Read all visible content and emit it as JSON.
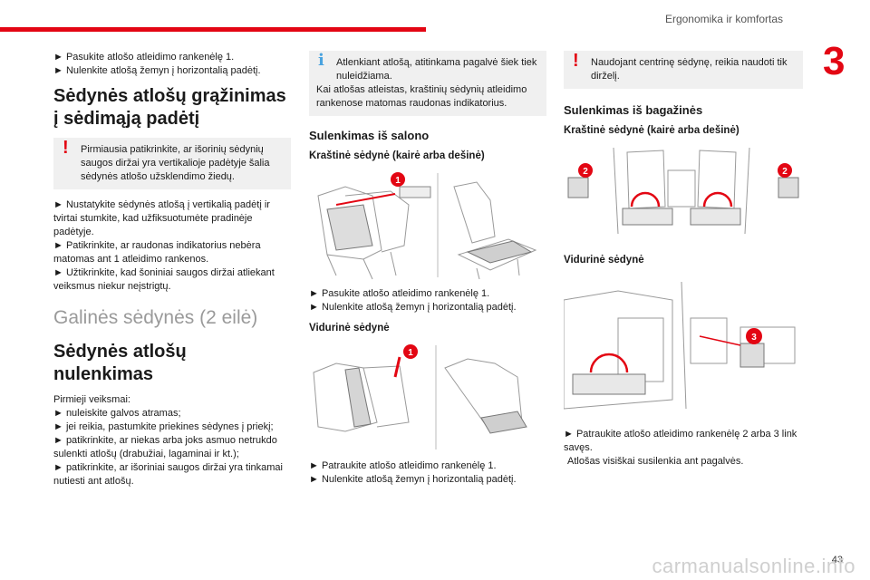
{
  "header": {
    "title": "Ergonomika ir komfortas",
    "chapter": "3",
    "page": "43"
  },
  "watermark": "carmanualsonline.info",
  "col1": {
    "step_a": "► Pasukite atlošo atleidimo rankenėlę 1.",
    "step_b": "► Nulenkite atlošą žemyn į horizontalią padėtį.",
    "heading": "Sėdynės atlošų grąžinimas į sėdimąją padėtį",
    "warning": "Pirmiausia patikrinkite, ar išorinių sėdynių saugos diržai yra vertikalioje padėtyje šalia sėdynės atlošo užsklendimo žiedų.",
    "step_c": "► Nustatykite sėdynės atlošą į vertikalią padėtį ir tvirtai stumkite, kad užfiksuotumėte pradinėje padėtyje.",
    "step_d": "► Patikrinkite, ar raudonas indikatorius nebėra matomas ant 1 atleidimo rankenos.",
    "step_e": "► Užtikrinkite, kad šoniniai saugos diržai atliekant veiksmus niekur neįstrigtų.",
    "section_title": "Galinės sėdynės (2 eilė)",
    "heading2": "Sėdynės atlošų nulenkimas",
    "intro": "Pirmieji veiksmai:",
    "pre_a": "► nuleiskite galvos atramas;",
    "pre_b": "► jei reikia, pastumkite priekines sėdynes į priekį;",
    "pre_c": "► patikrinkite, ar niekas arba joks asmuo netrukdo sulenkti atlošų (drabužiai, lagaminai ir kt.);",
    "pre_d": "► patikrinkite, ar išoriniai saugos diržai yra tinkamai nutiesti ant atlošų."
  },
  "col2": {
    "info_first": "Atlenkiant atlošą, atitinkama pagalvė šiek tiek nuleidžiama.",
    "info_rest": "Kai atlošas atleistas, kraštinių sėdynių atleidimo rankenose matomas raudonas indikatorius.",
    "heading": "Sulenkimas iš salono",
    "sub1": "Kraštinė sėdynė (kairė arba dešinė)",
    "step1a": "► Pasukite atlošo atleidimo rankenėlę 1.",
    "step1b": "► Nulenkite atlošą žemyn į horizontalią padėtį.",
    "sub2": "Vidurinė sėdynė",
    "step2a": "► Patraukite atlošo atleidimo rankenėlę 1.",
    "step2b": "► Nulenkite atlošą žemyn į horizontalią padėtį.",
    "badge": "1"
  },
  "col3": {
    "warning": "Naudojant centrinę sėdynę, reikia naudoti tik dirželį.",
    "heading": "Sulenkimas iš bagažinės",
    "sub1": "Kraštinė sėdynė (kairė arba dešinė)",
    "sub2": "Vidurinė sėdynė",
    "step_a": "► Patraukite atlošo atleidimo rankenėlę 2 arba 3 link savęs.",
    "step_b": "Atlošas visiškai susilenkia ant pagalvės.",
    "badge2": "2",
    "badge3": "3"
  },
  "colors": {
    "accent": "#e30613",
    "info": "#4aa3df",
    "note_bg": "#f0f0f0"
  }
}
